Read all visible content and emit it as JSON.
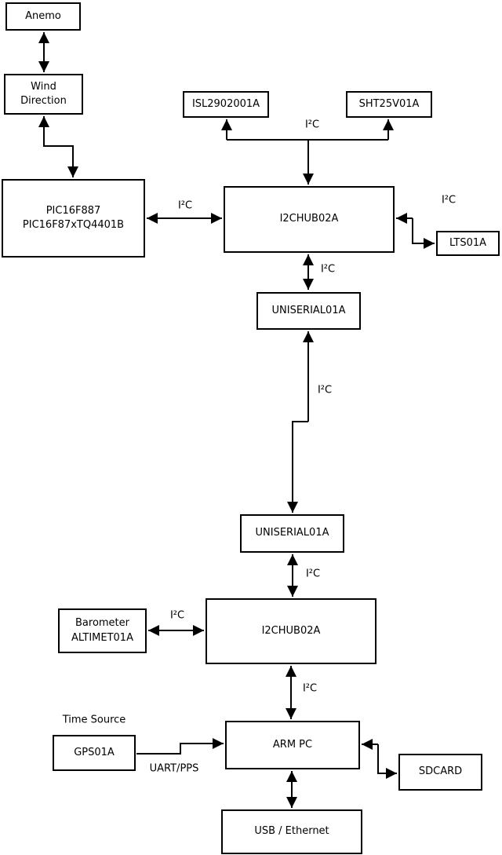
{
  "nodes": {
    "anemo": {
      "label": "Anemo"
    },
    "wind_direction": {
      "label": "Wind\nDirection"
    },
    "pic": {
      "label": "PIC16F887\nPIC16F87xTQ4401B"
    },
    "isl": {
      "label": "ISL2902001A"
    },
    "sht": {
      "label": "SHT25V01A"
    },
    "i2c_hub_top": {
      "label": "I2CHUB02A"
    },
    "lts": {
      "label": "LTS01A"
    },
    "uniserial_top": {
      "label": "UNISERIAL01A"
    },
    "uniserial_bottom": {
      "label": "UNISERIAL01A"
    },
    "barometer": {
      "label": "Barometer\nALTIMET01A"
    },
    "i2c_hub_bottom": {
      "label": "I2CHUB02A"
    },
    "gps": {
      "label": "GPS01A"
    },
    "arm_pc": {
      "label": "ARM PC"
    },
    "sdcard": {
      "label": "SDCARD"
    },
    "usb_ethernet": {
      "label": "USB / Ethernet"
    }
  },
  "edge_labels": {
    "i2c": "I²C",
    "uart_pps": "UART/PPS",
    "time_source": "Time Source"
  },
  "colors": {
    "stroke": "#000000",
    "background": "#ffffff"
  }
}
